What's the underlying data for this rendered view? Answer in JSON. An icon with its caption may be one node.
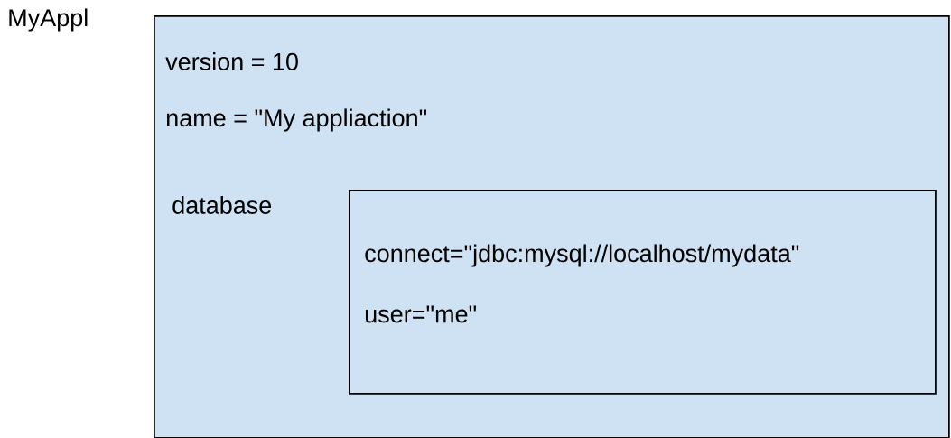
{
  "diagram": {
    "nodes": [
      {
        "text": [
          "MyAppl",
          "version = 10",
          "name = \"My appliaction\""
        ]
      },
      {
        "text": [
          "database",
          "connect=\"jdbc:mysql://localhost/mydata\"",
          "user=\"me\""
        ],
        "in": 0
      }
    ]
  }
}
